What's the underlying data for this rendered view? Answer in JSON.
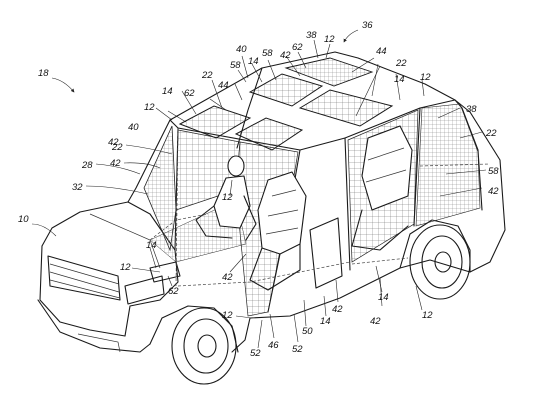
{
  "labels": {
    "n10": "10",
    "n12": "12",
    "n14": "14",
    "n18": "18",
    "n22": "22",
    "n28": "28",
    "n32": "32",
    "n36": "36",
    "n38": "38",
    "n40": "40",
    "n42": "42",
    "n44": "44",
    "n46": "46",
    "n50": "50",
    "n52": "52",
    "n58": "58",
    "n62": "62"
  }
}
